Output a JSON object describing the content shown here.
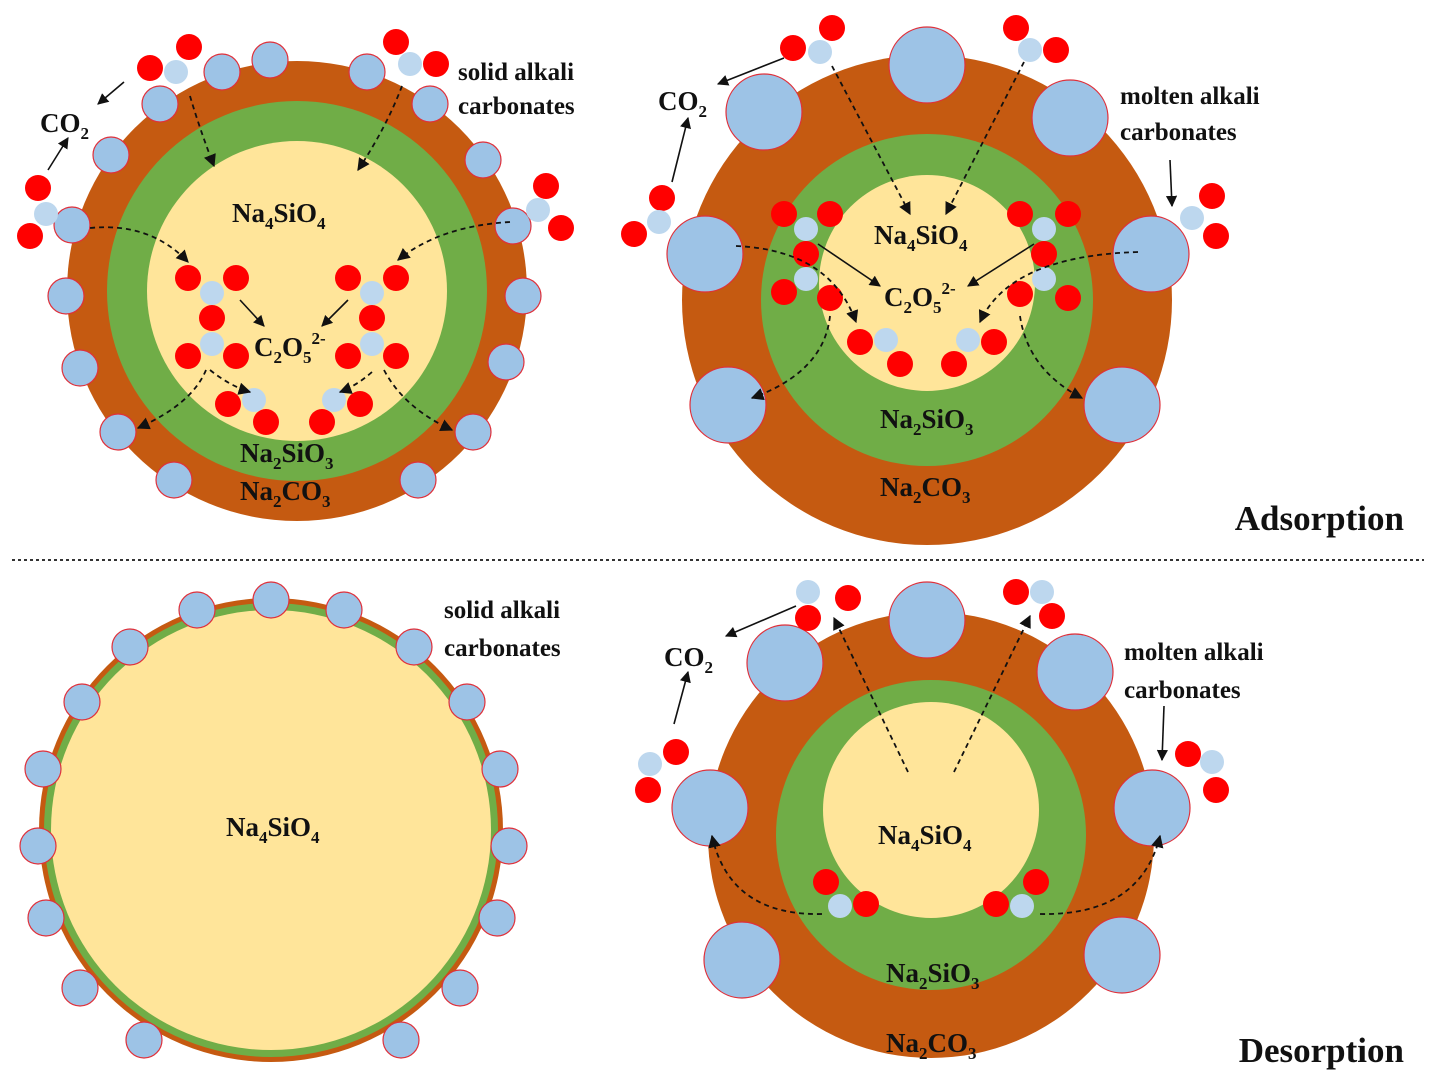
{
  "colors": {
    "core": "#FFE59A",
    "silicate_layer": "#70AD47",
    "carbonate_layer": "#C55A11",
    "carbonate_particle": "#9DC3E6",
    "particle_outline": "#E0303A",
    "oxygen": "#FF0000",
    "carbon": "#BDD7EE",
    "divider": "#333333"
  },
  "labels": {
    "co2_base": "CO",
    "co2_sub": "2",
    "na4sio4": {
      "base1": "Na",
      "sub1": "4",
      "base2": "SiO",
      "sub2": "4"
    },
    "na2sio3": {
      "base1": "Na",
      "sub1": "2",
      "base2": "SiO",
      "sub2": "3"
    },
    "na2co3": {
      "base1": "Na",
      "sub1": "2",
      "base2": "CO",
      "sub2": "3"
    },
    "c2o5": {
      "c": "C",
      "c_sub": "2",
      "o": "O",
      "o_sub": "5",
      "charge": "2-"
    },
    "solid_line1": "solid alkali",
    "solid_line2": "carbonates",
    "molten_line1": "molten alkali",
    "molten_line2": "carbonates",
    "adsorption": "Adsorption",
    "desorption": "Desorption"
  }
}
